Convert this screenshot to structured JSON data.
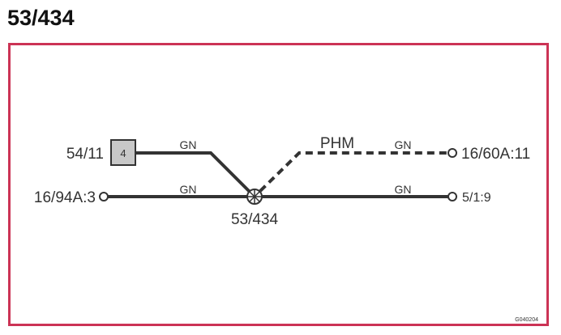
{
  "title": "53/434",
  "colors": {
    "frame_border": "#cc3355",
    "wire": "#333333",
    "connector_fill": "#c8c8c8",
    "text": "#333333"
  },
  "connector": {
    "ref": "54/11",
    "pin": "4"
  },
  "splice": {
    "label": "53/434",
    "icon": "splice-junction-icon"
  },
  "terminals": {
    "left_bottom": "16/94A:3",
    "right_top": "16/60A:11",
    "right_bottom": "5/1:9"
  },
  "wires": {
    "connector_wire_color": "GN",
    "left_bottom_wire_color": "GN",
    "right_top_wire_color": "GN",
    "right_bottom_wire_color": "GN",
    "shield_label": "PHM"
  },
  "figure_code": "G040204"
}
